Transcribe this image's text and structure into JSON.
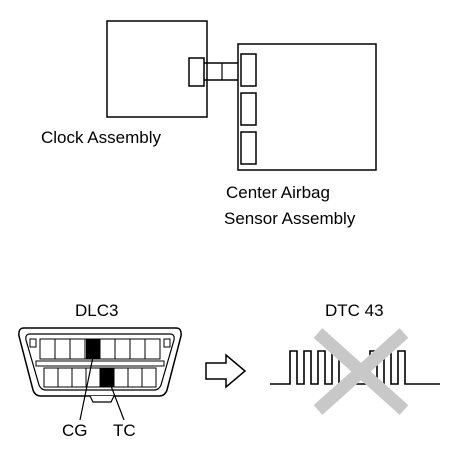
{
  "diagram": {
    "clock_assembly": {
      "label": "Clock Assembly"
    },
    "airbag_sensor": {
      "label_line1": "Center Airbag",
      "label_line2": "Sensor Assembly"
    },
    "dlc": {
      "title": "DLC3",
      "pin_cg": "CG",
      "pin_tc": "TC"
    },
    "dtc": {
      "title": "DTC 43"
    },
    "colors": {
      "stroke": "#000000",
      "fill": "#ffffff",
      "cross": "#c8c8c8"
    }
  }
}
